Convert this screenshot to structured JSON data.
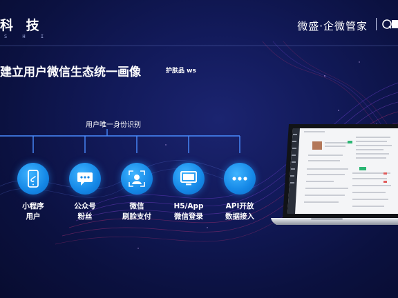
{
  "header": {
    "company_short": "科 技",
    "company_sub": "S H I",
    "brand_right": "微盛·企微管家"
  },
  "slide": {
    "title": "建立用户微信生态统一画像",
    "subtitle": "护肤品 ws",
    "identity_label": "用户唯一身份识别"
  },
  "channels": [
    {
      "line1": "小程序",
      "line2": "用户",
      "icon": "mini-program-icon"
    },
    {
      "line1": "公众号",
      "line2": "粉丝",
      "icon": "chat-bubble-icon"
    },
    {
      "line1": "微信",
      "line2": "刷脸支付",
      "icon": "face-scan-icon"
    },
    {
      "line1": "H5/App",
      "line2": "微信登录",
      "icon": "monitor-icon"
    },
    {
      "line1": "API开放",
      "line2": "数据接入",
      "icon": "more-dots-icon"
    }
  ],
  "colors": {
    "background": "#0b1140",
    "icon_blue": "#1487e6",
    "wave_pink": "#b0306e",
    "wave_purple": "#6a3cc8"
  }
}
